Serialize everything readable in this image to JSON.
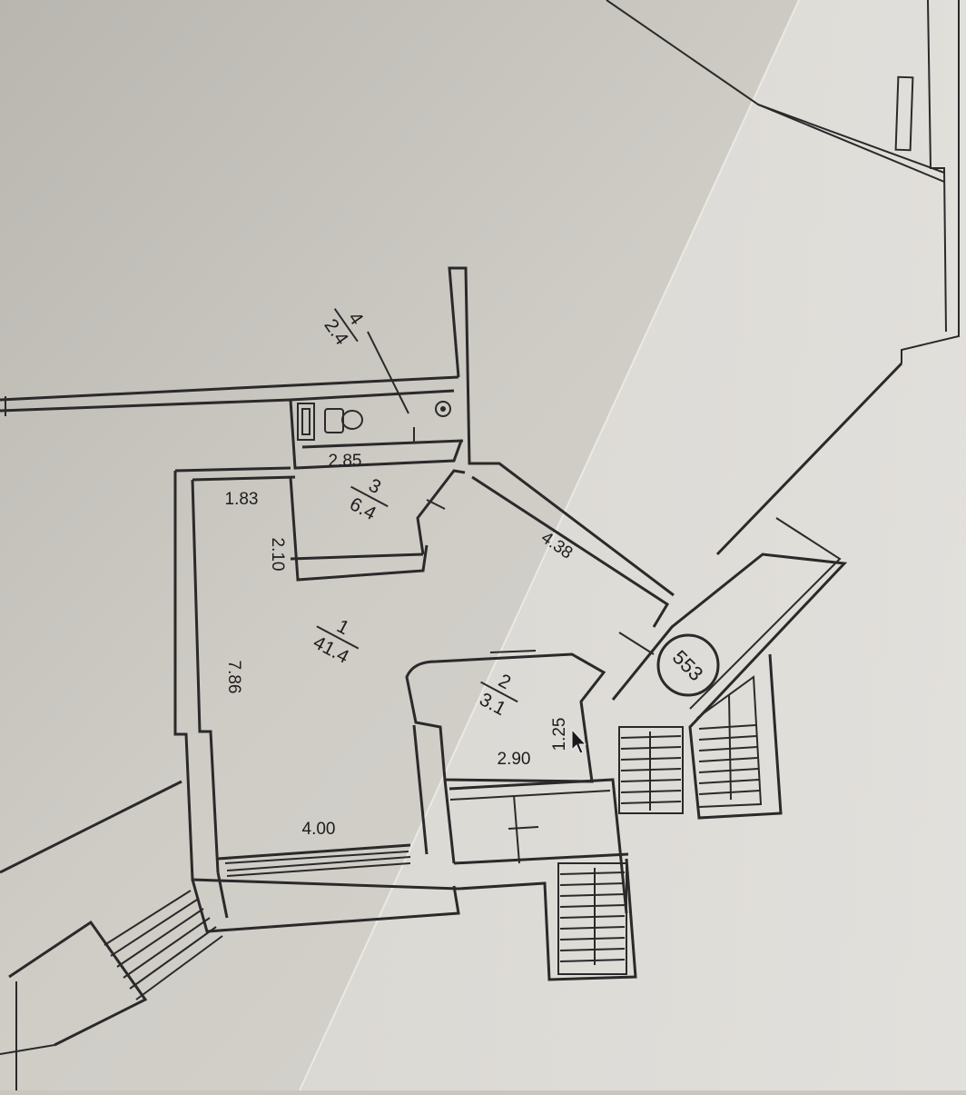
{
  "plan": {
    "building_number": "553",
    "rooms": [
      {
        "id": "1",
        "number": "1",
        "area": "41.4"
      },
      {
        "id": "2",
        "number": "2",
        "area": "3.1"
      },
      {
        "id": "3",
        "number": "3",
        "area": "6.4"
      },
      {
        "id": "4",
        "number": "4",
        "area": "2.4"
      }
    ],
    "dimensions": {
      "d_285": "2.85",
      "d_183": "1.83",
      "d_210": "2.10",
      "d_438": "4.38",
      "d_786": "7.86",
      "d_400": "4.00",
      "d_290": "2.90",
      "d_125": "1.25"
    }
  },
  "colors": {
    "paper_shadow": "#c2bfb9",
    "paper_light": "#dddbd6",
    "ink": "#2a2a2a"
  }
}
